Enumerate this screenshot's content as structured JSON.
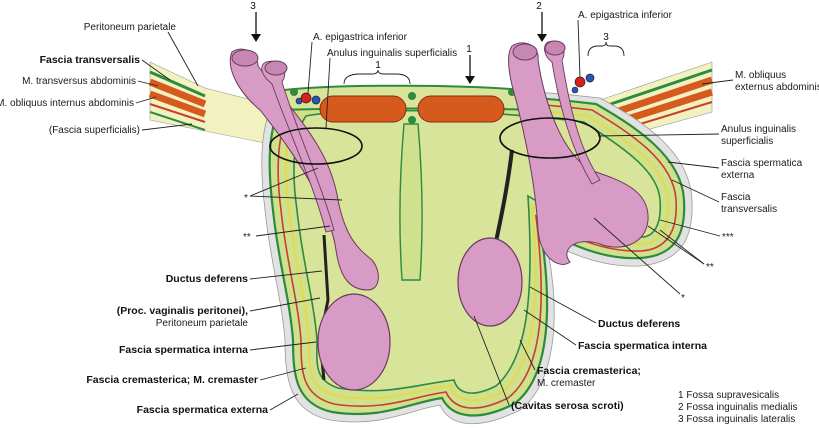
{
  "colors": {
    "peritoneum": "#f2f2c0",
    "fascia_green": "#2e8a3e",
    "fascia_red": "#c8402a",
    "fascia_yellow": "#e6d94a",
    "fill_green": "#d7e49a",
    "muscle": "#d65a1e",
    "testis": "#d79bc6",
    "skin": "#d9d9d9",
    "artery": "#d62020",
    "vein": "#2a54b8"
  },
  "labels_left": {
    "peritoneum_parietale": "Peritoneum parietale",
    "fascia_transversalis": "Fascia transversalis",
    "m_transversus": "M. transversus abdominis",
    "m_obliquus_internus": "M. obliquus internus abdominis",
    "fascia_superficialis": "(Fascia superficialis)",
    "star1": "*",
    "star2": "**",
    "ductus_deferens": "Ductus deferens",
    "proc_vaginalis": "(Proc. vaginalis peritonei),",
    "proc_vaginalis_sub": "Peritoneum parietale",
    "fascia_spermatica_interna": "Fascia spermatica interna",
    "fascia_cremasterica": "Fascia cremasterica; M. cremaster",
    "fascia_spermatica_externa": "Fascia spermatica externa"
  },
  "labels_top": {
    "a_epigastrica_left": "A. epigastrica inferior",
    "anulus_superficialis": "Anulus inguinalis superficialis",
    "a_epigastrica_right": "A. epigastrica inferior",
    "arrow_left": "3",
    "arrow_right": "2",
    "arrow_mid": "1",
    "brace_mid": "1",
    "brace_right": "3"
  },
  "labels_right": {
    "m_obliquus_externus_1": "M. obliquus",
    "m_obliquus_externus_2": "externus abdominis",
    "anulus_1": "Anulus inguinalis",
    "anulus_2": "superficialis",
    "fascia_sp_ext_1": "Fascia spermatica",
    "fascia_sp_ext_2": "externa",
    "fascia_tr_1": "Fascia",
    "fascia_tr_2": "transversalis",
    "star3": "***",
    "star2": "**",
    "star1": "*",
    "ductus_deferens": "Ductus deferens",
    "fascia_spermatica_interna": "Fascia spermatica interna",
    "fascia_cremasterica": "Fascia cremasterica;",
    "m_cremaster": "M. cremaster",
    "cavitas": "(Cavitas serosa scroti)"
  },
  "legend": [
    "1 Fossa supravesicalis",
    "2 Fossa inguinalis medialis",
    "3 Fossa inguinalis lateralis"
  ]
}
